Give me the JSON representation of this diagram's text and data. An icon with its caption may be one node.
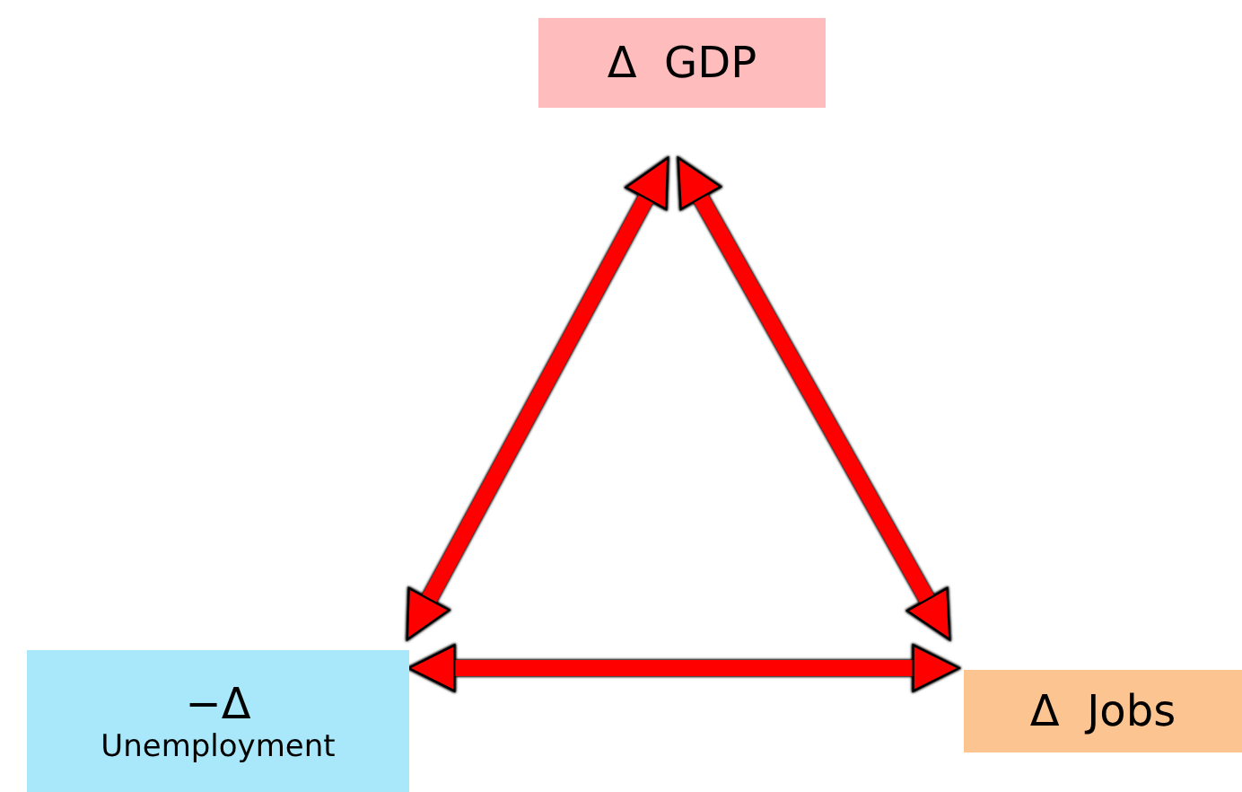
{
  "diagram": {
    "nodes": [
      {
        "text": [
          "Δ  GDP"
        ]
      },
      {
        "text": [
          "−Δ",
          "Unemployment"
        ]
      },
      {
        "text": [
          "Δ  Jobs"
        ]
      }
    ],
    "edges": [
      {
        "from": 0,
        "to": 1,
        "arrow": "both"
      },
      {
        "from": 0,
        "to": 2,
        "arrow": "both"
      },
      {
        "from": 1,
        "to": 2,
        "arrow": "both"
      }
    ]
  }
}
